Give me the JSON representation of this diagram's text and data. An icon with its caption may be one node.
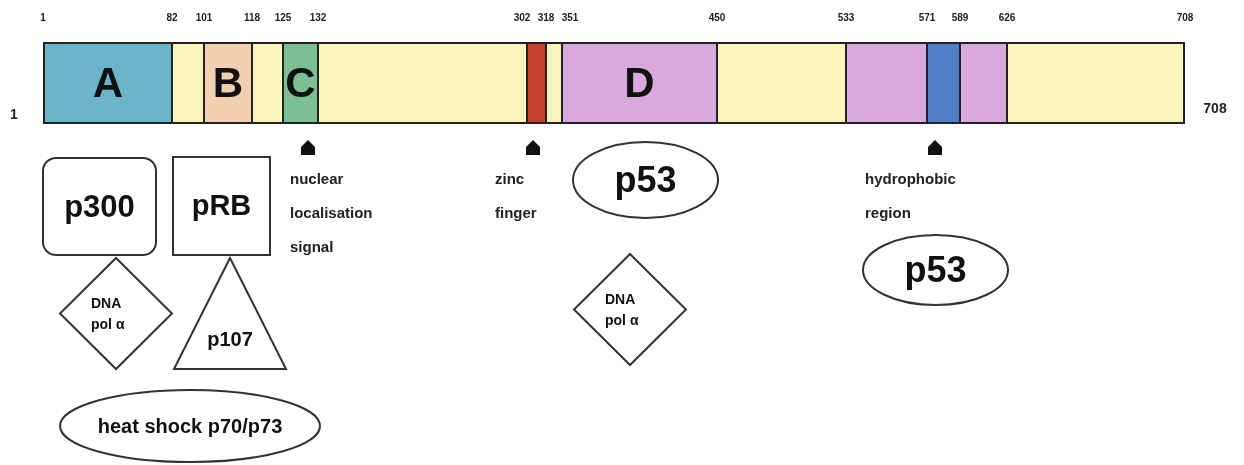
{
  "diagram": {
    "nodes": [
      {
        "text": [
          "A"
        ]
      },
      {
        "text": [],
        "shape": "bar"
      },
      {
        "text": [
          "B"
        ]
      },
      {
        "text": [],
        "shape": "bar"
      },
      {
        "text": [
          "C"
        ]
      },
      {
        "text": [],
        "shape": "bar"
      },
      {
        "text": [],
        "shape": "bar"
      },
      {
        "text": [],
        "shape": "bar"
      },
      {
        "text": [
          "D"
        ]
      },
      {
        "text": [],
        "shape": "bar"
      },
      {
        "text": [],
        "shape": "bar"
      },
      {
        "text": [],
        "shape": "bar"
      },
      {
        "text": [],
        "shape": "bar"
      },
      {
        "text": [],
        "shape": "bar"
      },
      {
        "text": [
          "p300"
        ]
      },
      {
        "text": [
          "pRB"
        ]
      },
      {
        "text": [
          "DNA pol α"
        ]
      },
      {
        "text": [
          "p107"
        ]
      },
      {
        "text": [
          "heat shock p70/p73"
        ]
      },
      {
        "text": [
          "p53"
        ]
      },
      {
        "text": [
          "DNA pol α"
        ]
      },
      {
        "text": [
          "p53"
        ]
      }
    ],
    "labels": [
      "1",
      "82",
      "101",
      "118",
      "125",
      "132",
      "302",
      "318",
      "351",
      "450",
      "533",
      "571",
      "589",
      "626",
      "708",
      "1",
      "708",
      "nuclear localisation signal",
      "zinc finger",
      "hydrophobic region"
    ]
  }
}
